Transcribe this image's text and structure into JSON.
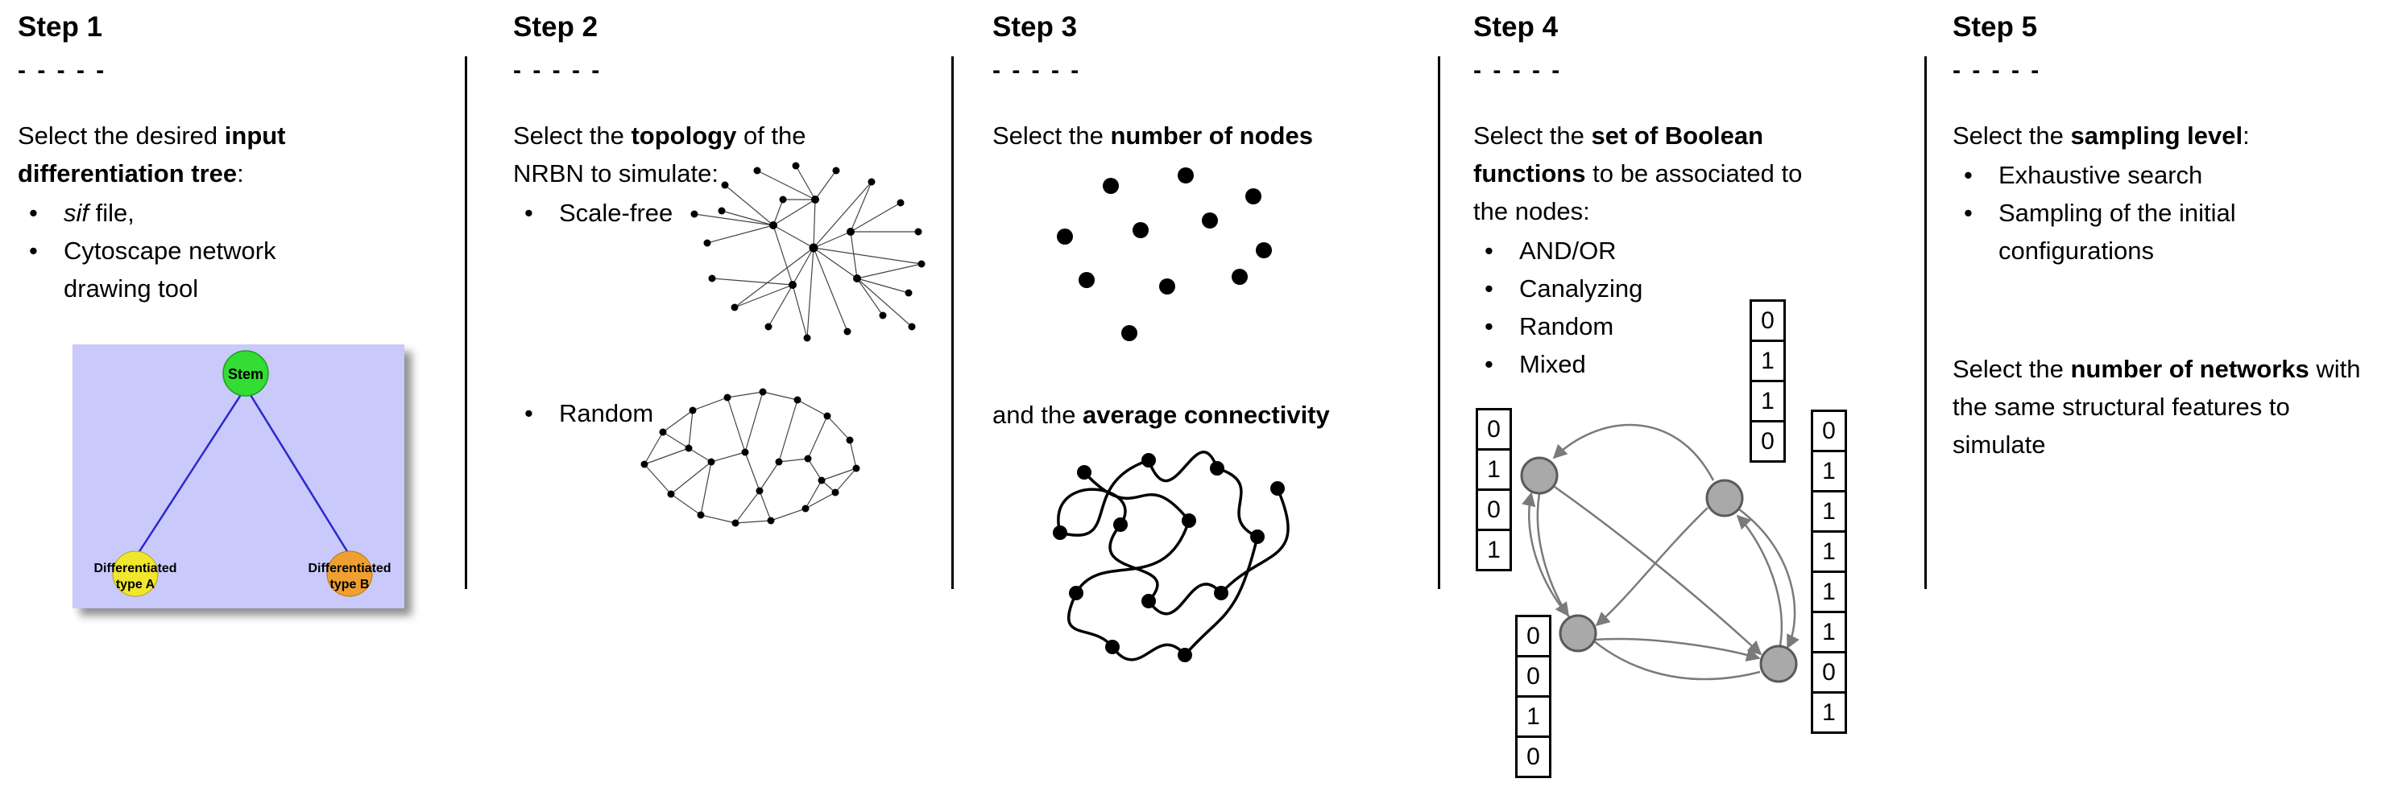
{
  "figure": {
    "colors": {
      "stem_green": "#33dd33",
      "type_a_yellow": "#f0e62e",
      "type_b_orange": "#f0a030",
      "tree_background": "#c9c9fc",
      "tree_edge_blue": "#2929cc",
      "boolean_node_gray": "#a9a9a9",
      "arrow_gray": "#7a7a7a"
    }
  },
  "steps": [
    {
      "title": "Step 1",
      "dashes": "- - - - -",
      "intro": {
        "pre": "Select the desired ",
        "bold": "input differentiation tree",
        "post": ":"
      },
      "bullets": [
        {
          "italic": "sif",
          "text": " file,"
        },
        {
          "text": "Cytoscape network drawing tool"
        }
      ],
      "tree": {
        "stem": "Stem",
        "node_a": {
          "line1": "Differentiated",
          "line2": "type A"
        },
        "node_b": {
          "line1": "Differentiated",
          "line2": "type B"
        }
      }
    },
    {
      "title": "Step 2",
      "dashes": "- - - - -",
      "intro": {
        "pre": "Select the ",
        "bold": "topology",
        "post": " of the NRBN to simulate:"
      },
      "bullets": [
        {
          "text": "Scale-free"
        },
        {
          "text": "Random"
        }
      ]
    },
    {
      "title": "Step 3",
      "dashes": "- - - - -",
      "intro": {
        "pre": "Select the ",
        "bold": "number of nodes",
        "post": ""
      },
      "second": {
        "pre": "and the ",
        "bold": "average connectivity",
        "post": ""
      }
    },
    {
      "title": "Step 4",
      "dashes": "- - - - -",
      "intro": {
        "pre": "Select the ",
        "bold": "set of Boolean functions",
        "post": " to be associated to the nodes:"
      },
      "bullets": [
        {
          "text": "AND/OR"
        },
        {
          "text": "Canalyzing"
        },
        {
          "text": "Random"
        },
        {
          "text": "Mixed"
        }
      ],
      "truth_tables": {
        "left": [
          "0",
          "1",
          "0",
          "1"
        ],
        "top": [
          "0",
          "1",
          "1",
          "0"
        ],
        "right": [
          "0",
          "1",
          "1",
          "1",
          "1",
          "1",
          "0",
          "1"
        ],
        "bottom": [
          "0",
          "0",
          "1",
          "0"
        ]
      }
    },
    {
      "title": "Step 5",
      "dashes": "- - - - -",
      "intro": {
        "pre": "Select the ",
        "bold": "sampling level",
        "post": ":"
      },
      "bullets": [
        {
          "text": "Exhaustive search"
        },
        {
          "text": "Sampling of the initial configurations"
        }
      ],
      "second": {
        "pre": "Select the ",
        "bold": "number of networks",
        "post": " with the same structural features to simulate"
      }
    }
  ]
}
